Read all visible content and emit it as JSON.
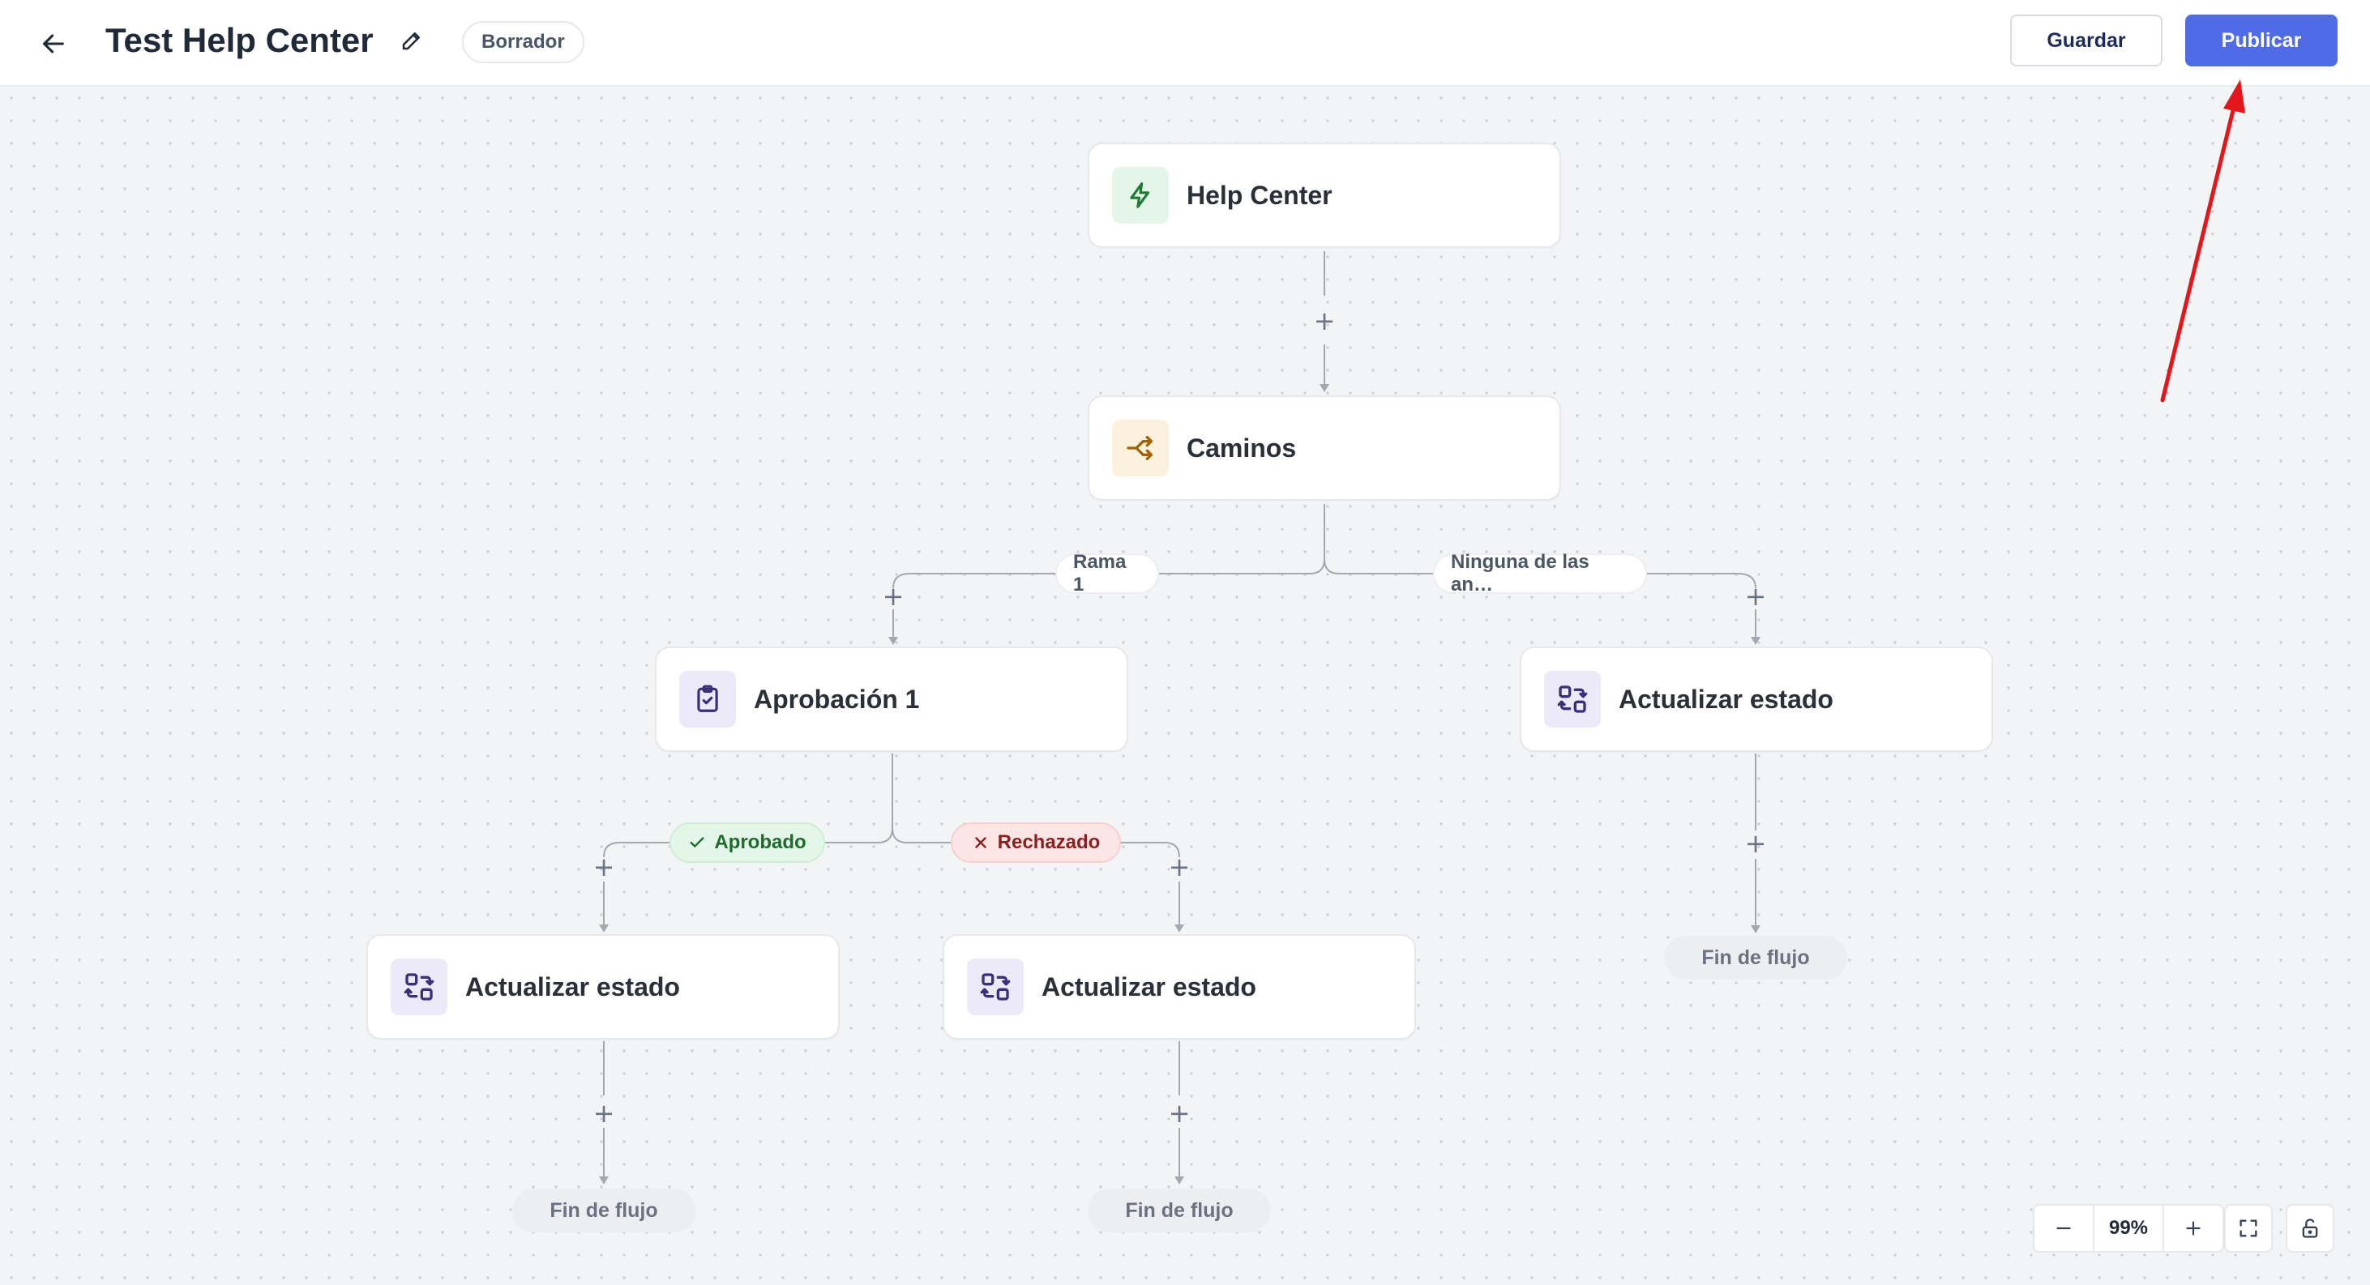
{
  "header": {
    "title": "Test Help Center",
    "status": "Borrador",
    "save_label": "Guardar",
    "publish_label": "Publicar"
  },
  "flow": {
    "trigger": {
      "label": "Help Center",
      "icon": "lightning-icon"
    },
    "paths": {
      "label": "Caminos",
      "icon": "branch-icon"
    },
    "branch_labels": {
      "branch_1": "Rama 1",
      "none_of_above": "Ninguna de las an…",
      "approved": "Aprobado",
      "rejected": "Rechazado"
    },
    "approval": {
      "label": "Aprobación 1",
      "icon": "clipboard-check-icon"
    },
    "update_status_right": {
      "label": "Actualizar estado",
      "icon": "status-swap-icon"
    },
    "update_status_approved": {
      "label": "Actualizar estado",
      "icon": "status-swap-icon"
    },
    "update_status_rejected": {
      "label": "Actualizar estado",
      "icon": "status-swap-icon"
    },
    "end_flow": "Fin de flujo"
  },
  "zoom": {
    "level": "99%"
  },
  "colors": {
    "accent": "#4f6ce6",
    "annotation_arrow": "#e4161b",
    "approved": "#1f6b2e",
    "rejected": "#8a1f1f"
  }
}
